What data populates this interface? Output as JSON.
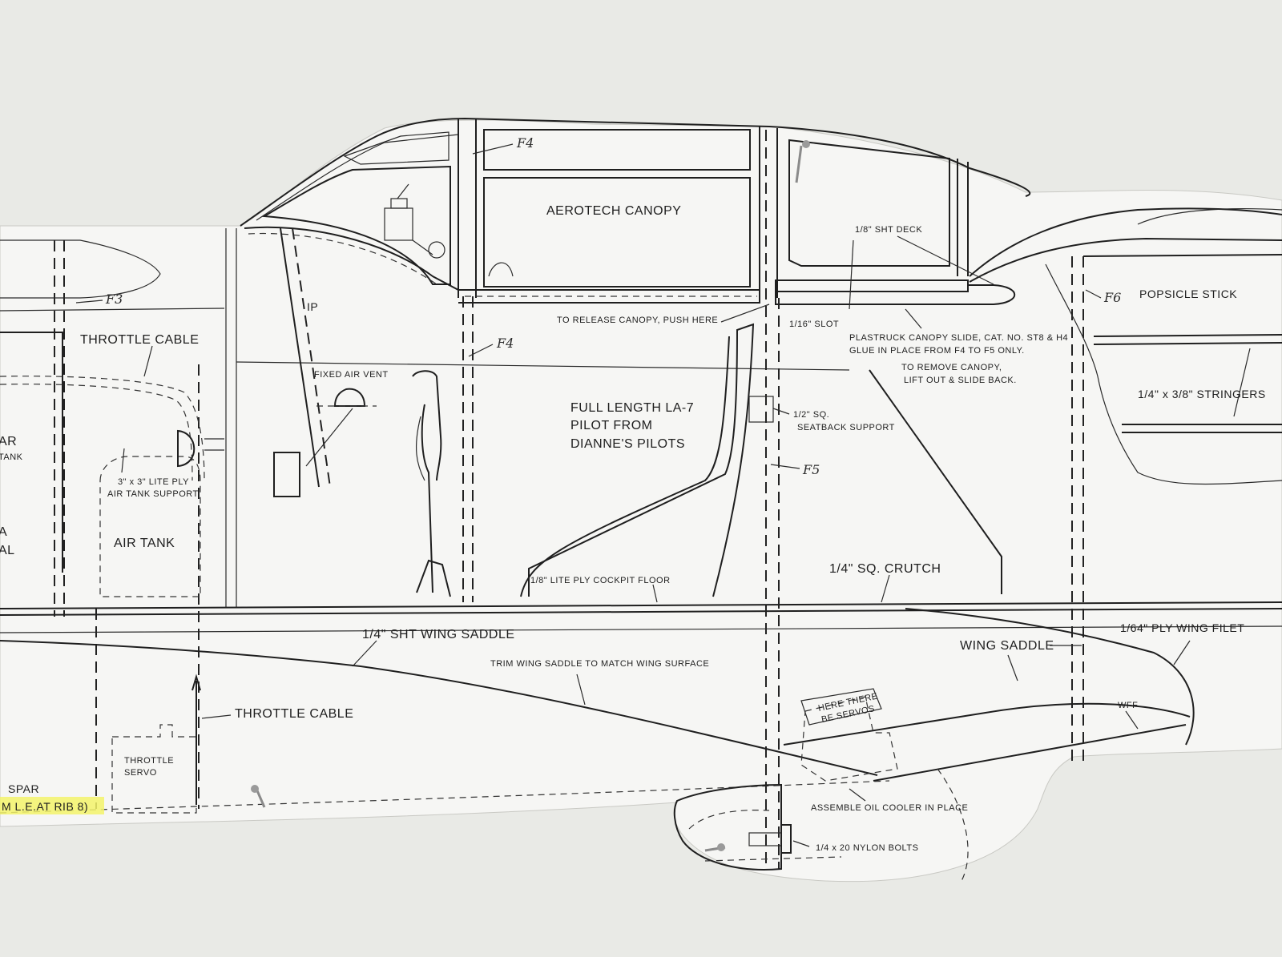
{
  "colors": {
    "wall": "#e9eae6",
    "paper": "#f6f6f4",
    "ink": "#1e1e1e",
    "highlight": "#f3f36a"
  },
  "labels": {
    "canopy": "AEROTECH CANOPY",
    "sheet_deck": "1/8\" SHT DECK",
    "popsicle": "POPSICLE STICK",
    "release": "TO RELEASE CANOPY, PUSH HERE",
    "slot": "1/16\" SLOT",
    "slide1": "PLASTRUCK CANOPY SLIDE, CAT. NO. ST8 & H4",
    "slide2": "GLUE IN PLACE FROM F4 TO F5 ONLY.",
    "remove1": "TO REMOVE CANOPY,",
    "remove2": "LIFT OUT & SLIDE BACK.",
    "stringers": "1/4\" x 3/8\" STRINGERS",
    "throttle_cable_top": "THROTTLE CABLE",
    "ip": "IP",
    "fixed_vent": "FIXED AIR VENT",
    "pilot1": "FULL LENGTH LA-7",
    "pilot2": "PILOT FROM",
    "pilot3": "DIANNE'S PILOTS",
    "seatback1": "1/2\" SQ.",
    "seatback2": "SEATBACK SUPPORT",
    "air_tank_support1": "3\" x 3\" LITE PLY",
    "air_tank_support2": "AIR TANK SUPPORT",
    "air_tank": "AIR TANK",
    "edge_ar": "AR",
    "edge_tank": "TANK",
    "edge_a": "A",
    "edge_al": "AL",
    "cockpit_floor": "1/8\" LITE PLY COCKPIT FLOOR",
    "crutch": "1/4\" SQ. CRUTCH",
    "wing_saddle_sheet": "1/4\" SHT WING SADDLE",
    "wing_saddle": "WING SADDLE",
    "wing_filet": "1/64\" PLY WING FILET",
    "trim": "TRIM WING SADDLE TO MATCH WING SURFACE",
    "throttle_cable_bottom": "THROTTLE CABLE",
    "servos1": "HERE THERE",
    "servos2": "BE SERVOS",
    "wff": "WFF",
    "throttle_servo1": "THROTTLE",
    "throttle_servo2": "SERVO",
    "spar": "SPAR",
    "spar_note": "M L.E.AT RIB 8)",
    "oil_cooler": "ASSEMBLE OIL COOLER IN PLACE",
    "nylon_bolts": "1/4 x 20 NYLON BOLTS"
  },
  "formers": {
    "f3": "F3",
    "f4_top": "F4",
    "f4_mid": "F4",
    "f5": "F5",
    "f6": "F6"
  }
}
